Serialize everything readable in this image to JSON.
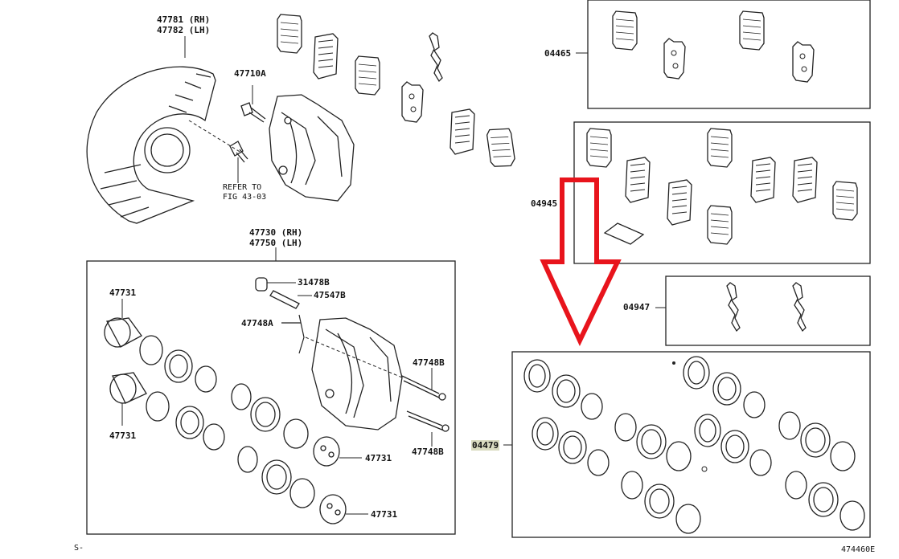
{
  "labels": {
    "shield_rh": "47781 (RH)",
    "shield_lh": "47782 (LH)",
    "bolt": "47710A",
    "refer_1": "REFER TO",
    "refer_2": "FIG 43-03",
    "caliper_rh": "47730 (RH)",
    "caliper_lh": "47750 (LH)",
    "cap": "31478B",
    "bleeder": "47547B",
    "spring": "47748A",
    "pin_top": "47748B",
    "pin_bottom": "47748B",
    "piston_top": "47731",
    "piston_left": "47731",
    "piston_mid": "47731",
    "piston_bottom": "47731",
    "kit_pads": "04465",
    "kit_shims": "04945",
    "kit_clips": "04947",
    "kit_seals": "04479",
    "footer_left": "S-",
    "footer_right": "474460E"
  },
  "annotation": {
    "type": "arrow",
    "color": "#e8141c",
    "direction": "down"
  },
  "colors": {
    "line": "#222222",
    "annotation": "#e8141c",
    "highlight": "#d9dbc0"
  }
}
